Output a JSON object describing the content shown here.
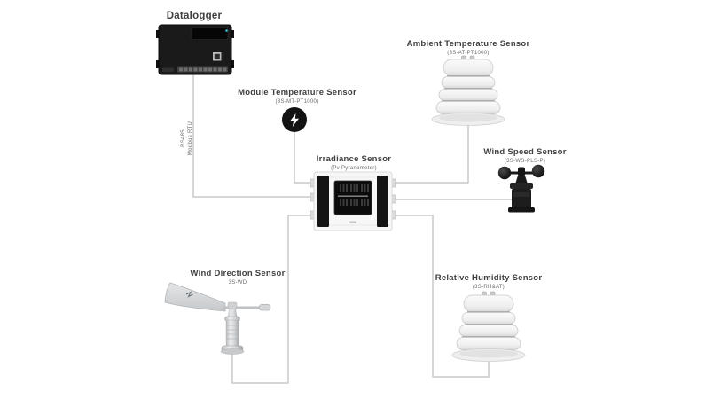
{
  "colors": {
    "background": "#ffffff",
    "line": "#c9c9c9",
    "label_text": "#3f3f3f",
    "sublabel_text": "#6a6a6a",
    "device_dark": "#1b1b1b",
    "device_light": "#f2f2f2",
    "indicator_cyan": "#35c4d7"
  },
  "bus": {
    "protocol": "RS485",
    "mode": "Modbus RTU"
  },
  "nodes": {
    "datalogger": {
      "title": "Datalogger"
    },
    "module_temperature": {
      "title": "Module Temperature Sensor",
      "model": "(3S-MT-PT1000)"
    },
    "ambient_temperature": {
      "title": "Ambient Temperature Sensor",
      "model": "(3S-AT-PT1000)"
    },
    "wind_speed": {
      "title": "Wind Speed Sensor",
      "model": "(3S-WS-PLS-P)"
    },
    "irradiance": {
      "title": "Irradiance Sensor",
      "model": "(Pv Pyranometer)"
    },
    "wind_direction": {
      "title": "Wind Direction Sensor",
      "model": "3S-WD"
    },
    "relative_humidity": {
      "title": "Relative Humidity Sensor",
      "model": "(3S-RH&AT)"
    }
  }
}
